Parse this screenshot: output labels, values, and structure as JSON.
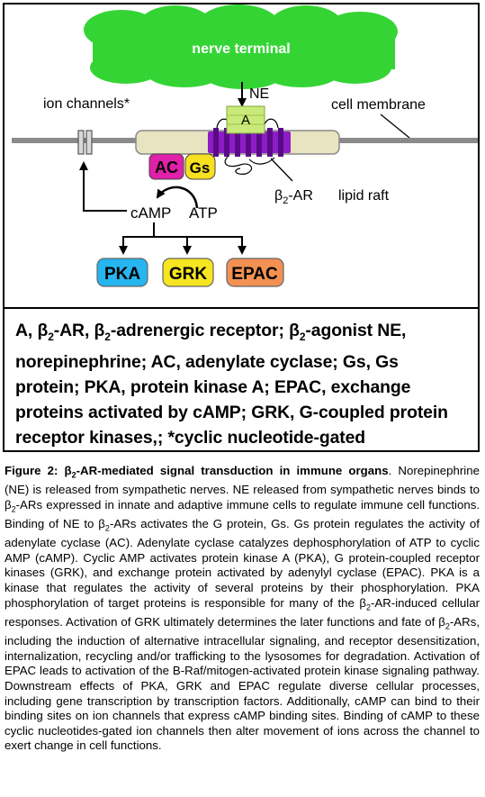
{
  "diagram": {
    "nerve_terminal": "nerve terminal",
    "ne_label": "NE",
    "ion_channels": "ion  channels*",
    "cell_membrane": "cell membrane",
    "receptor_a": "A",
    "ac": "AC",
    "gs": "Gs",
    "beta2_ar_prefix": "β",
    "beta2_ar_sub": "2",
    "beta2_ar_suffix": "-AR",
    "lipid_raft": "lipid raft",
    "camp": "cAMP",
    "atp": "ATP",
    "pka": "PKA",
    "grk": "GRK",
    "epac": "EPAC",
    "colors": {
      "nerve_terminal": "#35d435",
      "receptor": "#8e1cc6",
      "agonist_a": "#c9ea7a",
      "ac": "#e020a8",
      "gs": "#f6e020",
      "pka": "#26b5ef",
      "grk": "#f6e520",
      "epac": "#f29152",
      "membrane": "#8a8a8a",
      "lipid_raft": "#e8e3c1"
    }
  },
  "legend": {
    "line1": "A, β",
    "line1_sub1": "2",
    "line1_b": "-AR, β",
    "line1_sub2": "2",
    "line1_c": "-adrenergic receptor; β",
    "line1_sub3": "2",
    "line1_d": "-agonist NE,",
    "line2": "norepinephrine; AC, adenylate cyclase; Gs, Gs",
    "line3": "protein; PKA, protein kinase A; EPAC, exchange",
    "line4": "proteins activated by cAMP; GRK, G-coupled protein",
    "line5": "receptor kinases,; *cyclic nucleotide-gated"
  },
  "caption": {
    "title_a": "Figure 2: β",
    "title_sub": "2",
    "title_b": "-AR-mediated signal transduction in immune organs",
    "p1": ". Norepinephrine (NE) is released from sympathetic nerves. NE released from sympathetic nerves binds to β",
    "p1_sub": "2",
    "p2": "-ARs expressed in innate and adaptive immune cells to regulate immune cell functions. Binding of NE to β",
    "p2_sub": "2",
    "p3": "-ARs activates the G protein, Gs. Gs protein regulates the activity of adenylate cyclase (AC). Adenylate cyclase catalyzes dephosphorylation of ATP to cyclic AMP (cAMP). Cyclic AMP activates protein kinase A (PKA), G protein-coupled receptor kinases (GRK), and exchange protein activated by adenylyl cyclase (EPAC). PKA is a kinase that regulates the activity of several proteins by their phosphorylation. PKA phosphorylation of target proteins is responsible for many of the β",
    "p3_sub": "2",
    "p4": "-AR-induced cellular responses. Activation of GRK ultimately determines the later functions and fate of β",
    "p4_sub": "2",
    "p5": "-ARs, including the induction of alternative intracellular signaling, and receptor desensitization, internalization, recycling and/or trafficking to the lysosomes for degradation. Activation of EPAC leads to activation of the B-Raf/mitogen-activated protein kinase signaling pathway. Downstream effects of PKA, GRK and EPAC regulate diverse cellular processes, including gene transcription by transcription factors. Additionally, cAMP can bind to their binding sites on ion channels that express cAMP binding sites. Binding of cAMP to these cyclic nucleotides-gated ion channels then alter movement of ions across the channel to exert change in cell functions."
  }
}
